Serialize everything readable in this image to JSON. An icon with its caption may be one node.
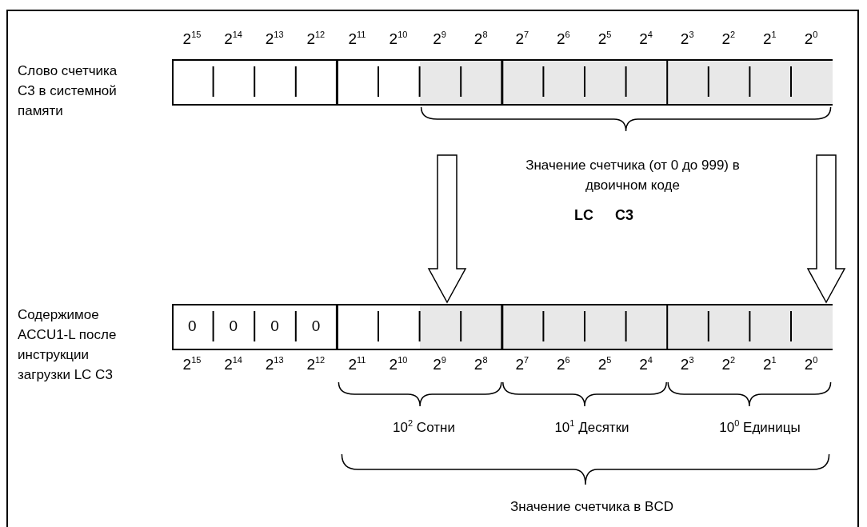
{
  "diagram": {
    "nodes": [
      {
        "text": [],
        "shape": "box",
        "beside": [
          "Слово счетчика C3 в системной памяти"
        ]
      },
      {
        "text": [
          "0",
          "0",
          "0",
          "0"
        ]
      }
    ],
    "edges": [
      {
        "from": null,
        "to": 1,
        "arrow": "to"
      },
      {
        "from": null,
        "to": 1,
        "arrow": "to"
      }
    ],
    "labels": [
      "2$^{15}$",
      "2$^{14}$",
      "2$^{13}$",
      "2$^{12}$",
      "2$^{11}$",
      "2$^{10}$",
      "2$^{9}$",
      "2$^{8}$",
      "2$^{7}$",
      "2$^{6}$",
      "2$^{5}$",
      "2$^{4}$",
      "2$^{3}$",
      "2$^{2}$",
      "2$^{1}$",
      "2$^{0}$",
      "Значение счетчика (от 0 до 999) в двоичном коде",
      "LC C3",
      "Содержимое ACCU1-L после инструкции загрузки LC C3",
      "2$^{15}$",
      "2$^{14}$",
      "2$^{13}$",
      "2$^{12}$",
      "2$^{11}$",
      "2$^{10}$",
      "2$^{9}$",
      "2$^{8}$",
      "2$^{7}$",
      "2$^{6}$",
      "2$^{5}$",
      "2$^{4}$",
      "2$^{3}$",
      "2$^{2}$",
      "2$^{1}$",
      "2$^{0}$",
      "10$^{2}$ Сотни",
      "10$^{1}$ Десятки",
      "10$^{0}$ Единицы",
      "Значение счетчика в BCD"
    ]
  }
}
